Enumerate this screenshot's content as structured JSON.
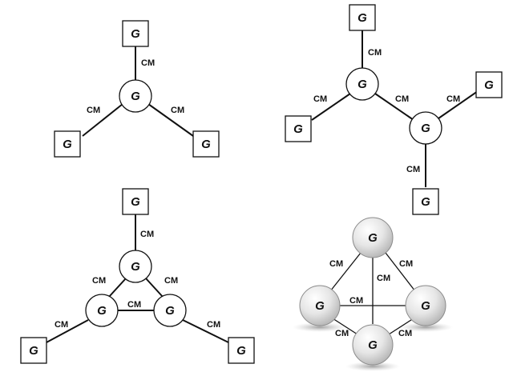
{
  "colors": {
    "stroke": "#111111",
    "fill": "#ffffff",
    "sphere_light": "#ffffff",
    "sphere_dark": "#bdbdbd",
    "shadow": "#9a9a9a"
  },
  "panels": [
    {
      "id": "tri-branch",
      "nodes": [
        {
          "id": "c",
          "shape": "circle",
          "label": "G"
        },
        {
          "id": "t",
          "shape": "square",
          "label": "G"
        },
        {
          "id": "l",
          "shape": "square",
          "label": "G"
        },
        {
          "id": "r",
          "shape": "square",
          "label": "G"
        }
      ],
      "edges": [
        {
          "from": "c",
          "to": "t",
          "label": "CM"
        },
        {
          "from": "c",
          "to": "l",
          "label": "CM"
        },
        {
          "from": "c",
          "to": "r",
          "label": "CM"
        }
      ]
    },
    {
      "id": "two-center",
      "nodes": [
        {
          "id": "c1",
          "shape": "circle",
          "label": "G"
        },
        {
          "id": "c2",
          "shape": "circle",
          "label": "G"
        },
        {
          "id": "t",
          "shape": "square",
          "label": "G"
        },
        {
          "id": "l",
          "shape": "square",
          "label": "G"
        },
        {
          "id": "r",
          "shape": "square",
          "label": "G"
        },
        {
          "id": "b",
          "shape": "square",
          "label": "G"
        }
      ],
      "edges": [
        {
          "from": "c1",
          "to": "t",
          "label": "CM"
        },
        {
          "from": "c1",
          "to": "l",
          "label": "CM"
        },
        {
          "from": "c1",
          "to": "c2",
          "label": "CM"
        },
        {
          "from": "c2",
          "to": "r",
          "label": "CM"
        },
        {
          "from": "c2",
          "to": "b",
          "label": "CM"
        }
      ]
    },
    {
      "id": "triangle-core",
      "nodes": [
        {
          "id": "ct",
          "shape": "circle",
          "label": "G"
        },
        {
          "id": "cl",
          "shape": "circle",
          "label": "G"
        },
        {
          "id": "cr",
          "shape": "circle",
          "label": "G"
        },
        {
          "id": "t",
          "shape": "square",
          "label": "G"
        },
        {
          "id": "l",
          "shape": "square",
          "label": "G"
        },
        {
          "id": "r",
          "shape": "square",
          "label": "G"
        }
      ],
      "edges": [
        {
          "from": "ct",
          "to": "t",
          "label": "CM"
        },
        {
          "from": "ct",
          "to": "cl",
          "label": "CM"
        },
        {
          "from": "ct",
          "to": "cr",
          "label": "CM"
        },
        {
          "from": "cl",
          "to": "cr",
          "label": "CM"
        },
        {
          "from": "cl",
          "to": "l",
          "label": "CM"
        },
        {
          "from": "cr",
          "to": "r",
          "label": "CM"
        }
      ]
    },
    {
      "id": "tetrahedron",
      "nodes": [
        {
          "id": "t",
          "shape": "sphere",
          "label": "G"
        },
        {
          "id": "l",
          "shape": "sphere",
          "label": "G"
        },
        {
          "id": "r",
          "shape": "sphere",
          "label": "G"
        },
        {
          "id": "b",
          "shape": "sphere",
          "label": "G"
        }
      ],
      "edges": [
        {
          "from": "t",
          "to": "l",
          "label": "CM"
        },
        {
          "from": "t",
          "to": "r",
          "label": "CM"
        },
        {
          "from": "t",
          "to": "b",
          "label": "CM"
        },
        {
          "from": "l",
          "to": "r",
          "label": "CM"
        },
        {
          "from": "l",
          "to": "b",
          "label": "CM"
        },
        {
          "from": "r",
          "to": "b",
          "label": "CM"
        }
      ]
    }
  ]
}
